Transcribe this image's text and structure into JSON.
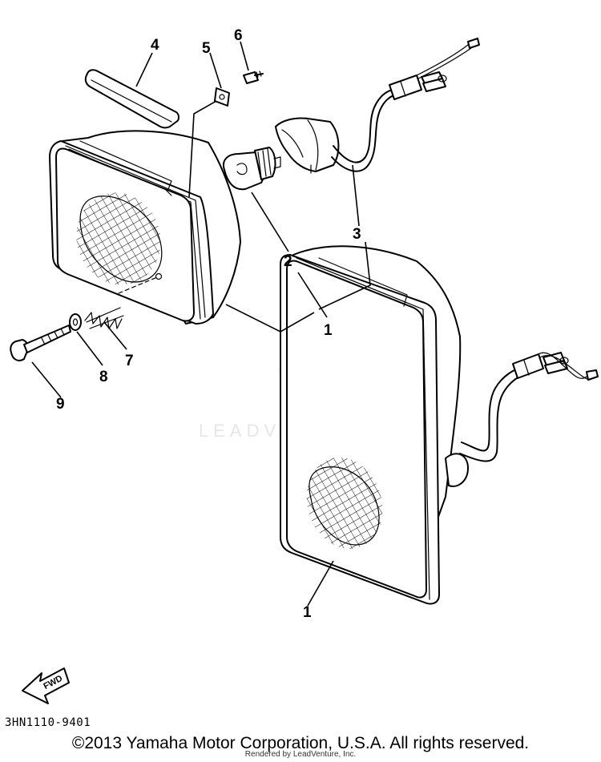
{
  "diagram": {
    "callouts": {
      "headlight_top": "1",
      "headlight_bottom": "1",
      "bulb": "2",
      "socket_harness": "3",
      "rim_strip": "4",
      "clip_nut": "5",
      "screw": "6",
      "spring": "7",
      "washer": "8",
      "bolt": "9"
    },
    "diagram_code": "3HN1110-9401",
    "fwd_label": "FWD",
    "watermark": "LEADVENTURE",
    "copyright": "©2013 Yamaha Motor Corporation, U.S.A. All rights reserved.",
    "rendered_by": "Rendered by LeadVenture, Inc.",
    "line_color": "#000000",
    "background_color": "#ffffff"
  }
}
